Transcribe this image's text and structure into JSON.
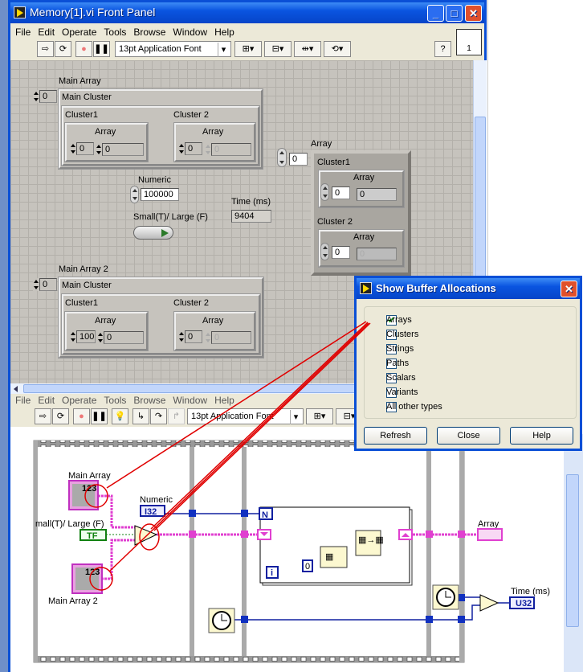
{
  "front_panel": {
    "title": "Memory[1].vi Front Panel",
    "menu": [
      "File",
      "Edit",
      "Operate",
      "Tools",
      "Browse",
      "Window",
      "Help"
    ],
    "font_select": "13pt Application Font",
    "connector_number": "1",
    "main_array": {
      "label": "Main Array",
      "index": "0",
      "cluster_label": "Main Cluster",
      "cluster1": {
        "label": "Cluster1",
        "array_label": "Array",
        "index": "0",
        "value": "0"
      },
      "cluster2": {
        "label": "Cluster 2",
        "array_label": "Array",
        "index": "0",
        "value": "0"
      }
    },
    "numeric": {
      "label": "Numeric",
      "value": "100000"
    },
    "time": {
      "label": "Time (ms)",
      "value": "9404"
    },
    "toggle": {
      "label": "Small(T)/ Large (F)"
    },
    "array": {
      "label": "Array",
      "index": "0",
      "cluster1": {
        "label": "Cluster1",
        "array_label": "Array",
        "index": "0",
        "value": "0"
      },
      "cluster2": {
        "label": "Cluster 2",
        "array_label": "Array",
        "index": "0",
        "value": "0"
      }
    },
    "main_array2": {
      "label": "Main Array 2",
      "index": "0",
      "cluster_label": "Main Cluster",
      "cluster1": {
        "label": "Cluster1",
        "array_label": "Array",
        "index": "100",
        "value": "0"
      },
      "cluster2": {
        "label": "Cluster 2",
        "array_label": "Array",
        "index": "0",
        "value": "0"
      }
    }
  },
  "block_diagram": {
    "menu": [
      "File",
      "Edit",
      "Operate",
      "Tools",
      "Browse",
      "Window",
      "Help"
    ],
    "font_select": "13pt Application Font",
    "labels": {
      "main_array": "Main Array",
      "main_array2": "Main Array 2",
      "numeric": "Numeric",
      "toggle": "mall(T)/ Large (F)",
      "array": "Array",
      "time": "Time (ms)"
    },
    "terminals": {
      "numeric": "I32",
      "toggle": "TF",
      "time": "U32",
      "n": "N",
      "i": "i",
      "const": "0",
      "array_idx": "123"
    }
  },
  "dialog": {
    "title": "Show Buffer Allocations",
    "options": [
      {
        "label": "Arrays",
        "checked": true
      },
      {
        "label": "Clusters",
        "checked": false
      },
      {
        "label": "Strings",
        "checked": false
      },
      {
        "label": "Paths",
        "checked": false
      },
      {
        "label": "Scalars",
        "checked": false
      },
      {
        "label": "Variants",
        "checked": false
      },
      {
        "label": "All other types",
        "checked": false
      }
    ],
    "buttons": {
      "refresh": "Refresh",
      "close": "Close",
      "help": "Help"
    }
  },
  "colors": {
    "array_wire": "#e040d0",
    "numeric_wire": "#1020a0",
    "bool_wire": "#108010",
    "annotation": "#e00000",
    "titlebar": "#0a54e0"
  }
}
